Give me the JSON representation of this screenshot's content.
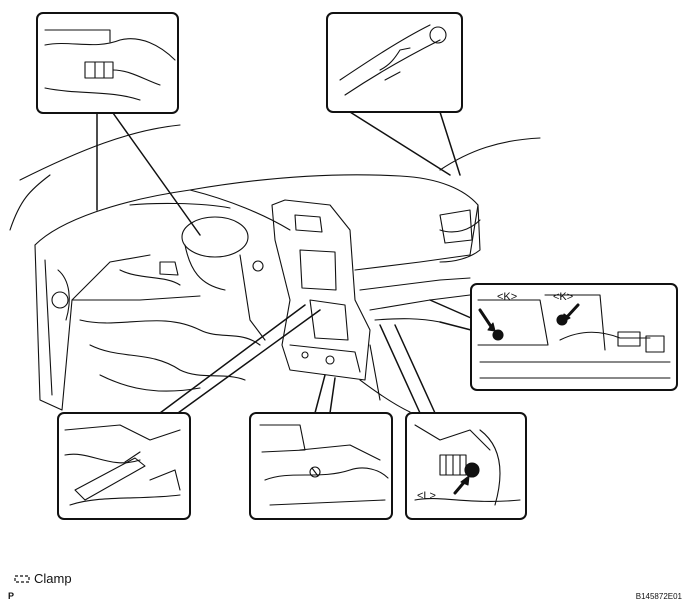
{
  "callouts": {
    "k_left": "<K>",
    "k_right": "<K>",
    "l": "<L>"
  },
  "legend": {
    "icon": "clamp-icon",
    "label": "Clamp"
  },
  "footer": {
    "page_letter": "P",
    "figure_code": "B145872E01"
  },
  "colors": {
    "line": "#111111",
    "background": "#ffffff"
  }
}
